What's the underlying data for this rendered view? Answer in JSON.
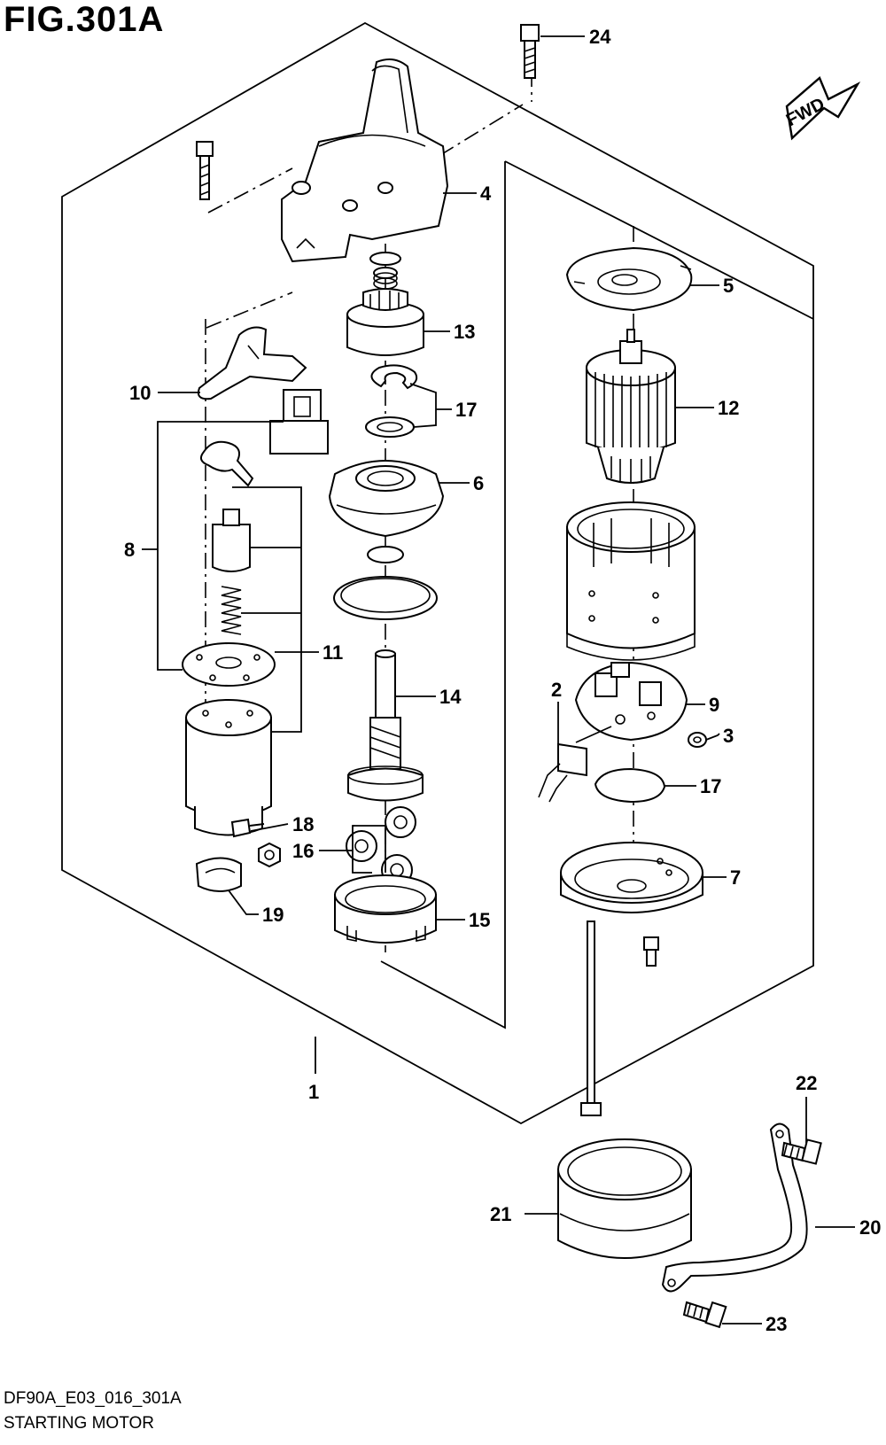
{
  "figure": {
    "title": "FIG.301A",
    "code": "DF90A_E03_016_301A",
    "name": "STARTING MOTOR",
    "fwd_label": "FWD"
  },
  "callouts": [
    {
      "id": "c24",
      "label": "24"
    },
    {
      "id": "c4",
      "label": "4"
    },
    {
      "id": "c5",
      "label": "5"
    },
    {
      "id": "c13",
      "label": "13"
    },
    {
      "id": "c10",
      "label": "10"
    },
    {
      "id": "c17a",
      "label": "17"
    },
    {
      "id": "c12",
      "label": "12"
    },
    {
      "id": "c6",
      "label": "6"
    },
    {
      "id": "c8",
      "label": "8"
    },
    {
      "id": "c11",
      "label": "11"
    },
    {
      "id": "c14",
      "label": "14"
    },
    {
      "id": "c2",
      "label": "2"
    },
    {
      "id": "c9",
      "label": "9"
    },
    {
      "id": "c3",
      "label": "3"
    },
    {
      "id": "c17b",
      "label": "17"
    },
    {
      "id": "c18",
      "label": "18"
    },
    {
      "id": "c16",
      "label": "16"
    },
    {
      "id": "c7",
      "label": "7"
    },
    {
      "id": "c19",
      "label": "19"
    },
    {
      "id": "c15",
      "label": "15"
    },
    {
      "id": "c1",
      "label": "1"
    },
    {
      "id": "c22",
      "label": "22"
    },
    {
      "id": "c21",
      "label": "21"
    },
    {
      "id": "c20",
      "label": "20"
    },
    {
      "id": "c23",
      "label": "23"
    }
  ]
}
